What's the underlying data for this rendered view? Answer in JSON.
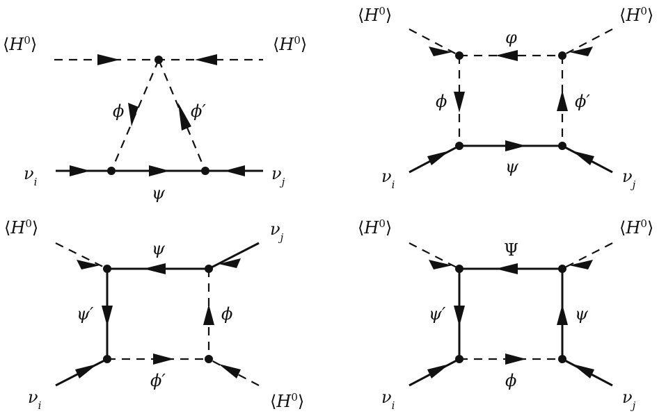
{
  "diagrams": [
    {
      "labels": {
        "h_left": "⟨H0⟩",
        "h_right": "⟨H0⟩",
        "phi": "ϕ",
        "phi_prime": "ϕ′",
        "psi": "ψ",
        "nu_i": "νi",
        "nu_j": "νj"
      }
    },
    {
      "labels": {
        "h_left": "⟨H0⟩",
        "h_right": "⟨H0⟩",
        "varphi": "φ",
        "phi": "ϕ",
        "phi_prime": "ϕ′",
        "psi": "ψ",
        "nu_i": "νi",
        "nu_j": "νj"
      }
    },
    {
      "labels": {
        "h_left": "⟨H0⟩",
        "nu_j": "νj",
        "psi": "ψ",
        "psi_prime": "ψ′",
        "phi": "ϕ",
        "phi_prime": "ϕ′",
        "nu_i": "νi",
        "h_bottom": "⟨H0⟩"
      }
    },
    {
      "labels": {
        "h_left": "⟨H0⟩",
        "h_right": "⟨H0⟩",
        "Psi": "Ψ",
        "psi_prime": "ψ′",
        "psi": "ψ",
        "phi": "ϕ",
        "nu_i": "νi",
        "nu_j": "νj"
      }
    }
  ]
}
